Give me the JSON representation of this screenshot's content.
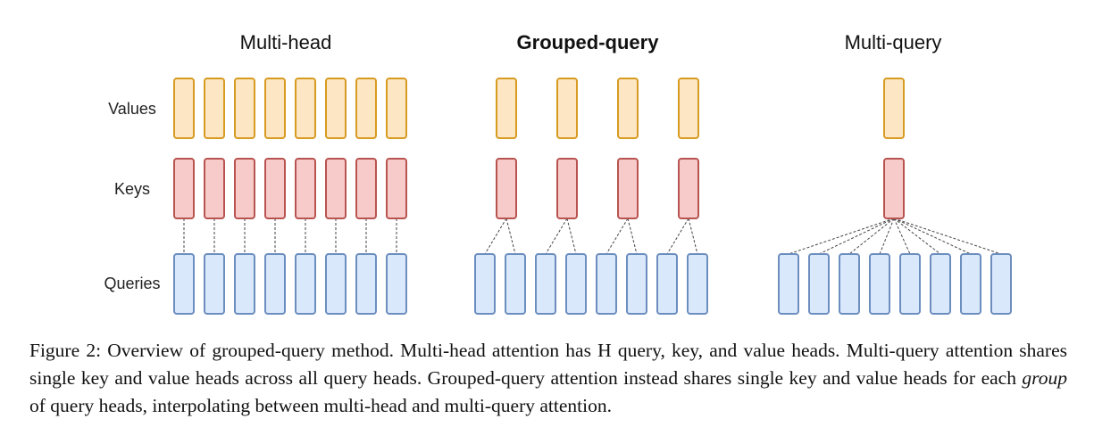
{
  "colors": {
    "value_fill": "#fde6c4",
    "value_stroke": "#d79b22",
    "key_fill": "#f8cbcb",
    "key_stroke": "#b85450",
    "query_fill": "#dae8fb",
    "query_stroke": "#6c8ebf",
    "connector": "#444444"
  },
  "row_labels": {
    "values": "Values",
    "keys": "Keys",
    "queries": "Queries"
  },
  "panels": [
    {
      "id": "multi-head",
      "title": "Multi-head",
      "title_bold": false,
      "num_kv_heads": 8,
      "num_query_heads": 8,
      "queries_per_group": 1
    },
    {
      "id": "grouped-query",
      "title": "Grouped-query",
      "title_bold": true,
      "num_kv_heads": 4,
      "num_query_heads": 8,
      "queries_per_group": 2
    },
    {
      "id": "multi-query",
      "title": "Multi-query",
      "title_bold": false,
      "num_kv_heads": 1,
      "num_query_heads": 8,
      "queries_per_group": 8
    }
  ],
  "caption": {
    "label": "Figure 2:",
    "text_before_em": " Overview of grouped-query method. Multi-head attention has H query, key, and value heads. Multi-query attention shares single key and value heads across all query heads. Grouped-query attention instead shares single key and value heads for each ",
    "em": "group",
    "text_after_em": " of query heads, interpolating between multi-head and multi-query attention."
  }
}
